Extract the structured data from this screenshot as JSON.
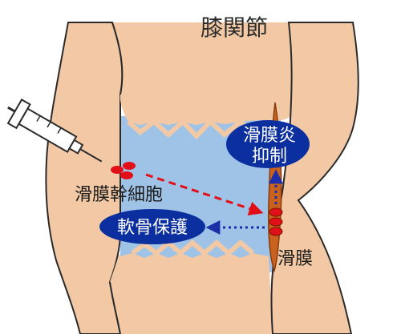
{
  "title": "膝関節",
  "labels": {
    "synovial_stem_cells": "滑膜幹細胞",
    "synovium": "滑膜"
  },
  "bubbles": {
    "cartilage_protection": "軟骨保護",
    "synovitis_line1": "滑膜炎",
    "synovitis_line2": "抑制"
  },
  "colors": {
    "bone": "#F3C9A5",
    "bone_outline": "#2B2B2B",
    "cartilage_space": "#9FC3E7",
    "bubble": "#0B2F9E",
    "bubble_text": "#FFFFFF",
    "cell": "#E10F17",
    "synovium_fill": "#C9621F",
    "red_arrow": "#E10F17",
    "blue_arrow": "#1C2FA8"
  }
}
